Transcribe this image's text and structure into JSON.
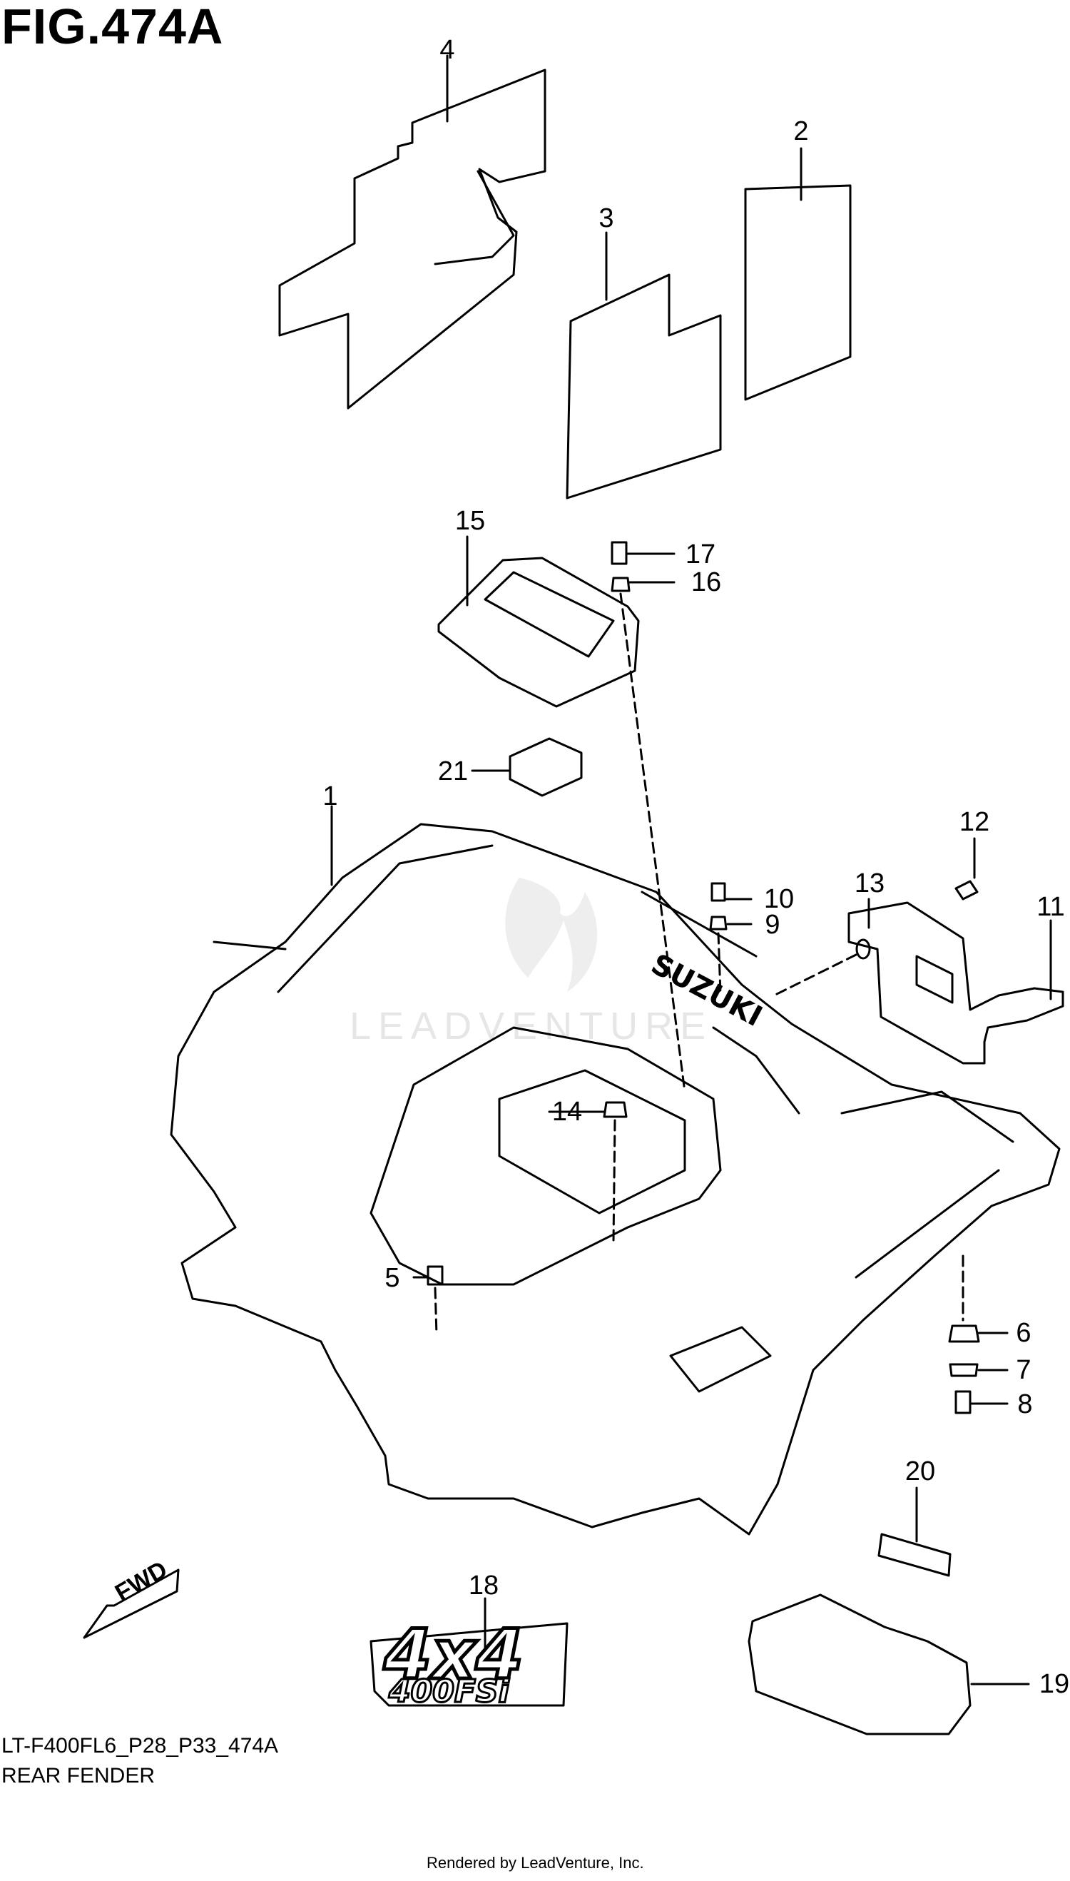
{
  "figure": {
    "title": "FIG.474A",
    "model_code": "LT-F400FL6_P28_P33_474A",
    "subtitle": "REAR FENDER",
    "credit": "Rendered by LeadVenture, Inc.",
    "watermark": "LEADVENTURE"
  },
  "callouts": [
    "1",
    "2",
    "3",
    "4",
    "5",
    "6",
    "7",
    "8",
    "9",
    "10",
    "11",
    "12",
    "13",
    "14",
    "15",
    "16",
    "17",
    "18",
    "19",
    "20",
    "21"
  ],
  "labels": {
    "fwd": "FWD",
    "brand": "SUZUKI",
    "badge_main": "4x4",
    "badge_sub": "400FSi"
  }
}
